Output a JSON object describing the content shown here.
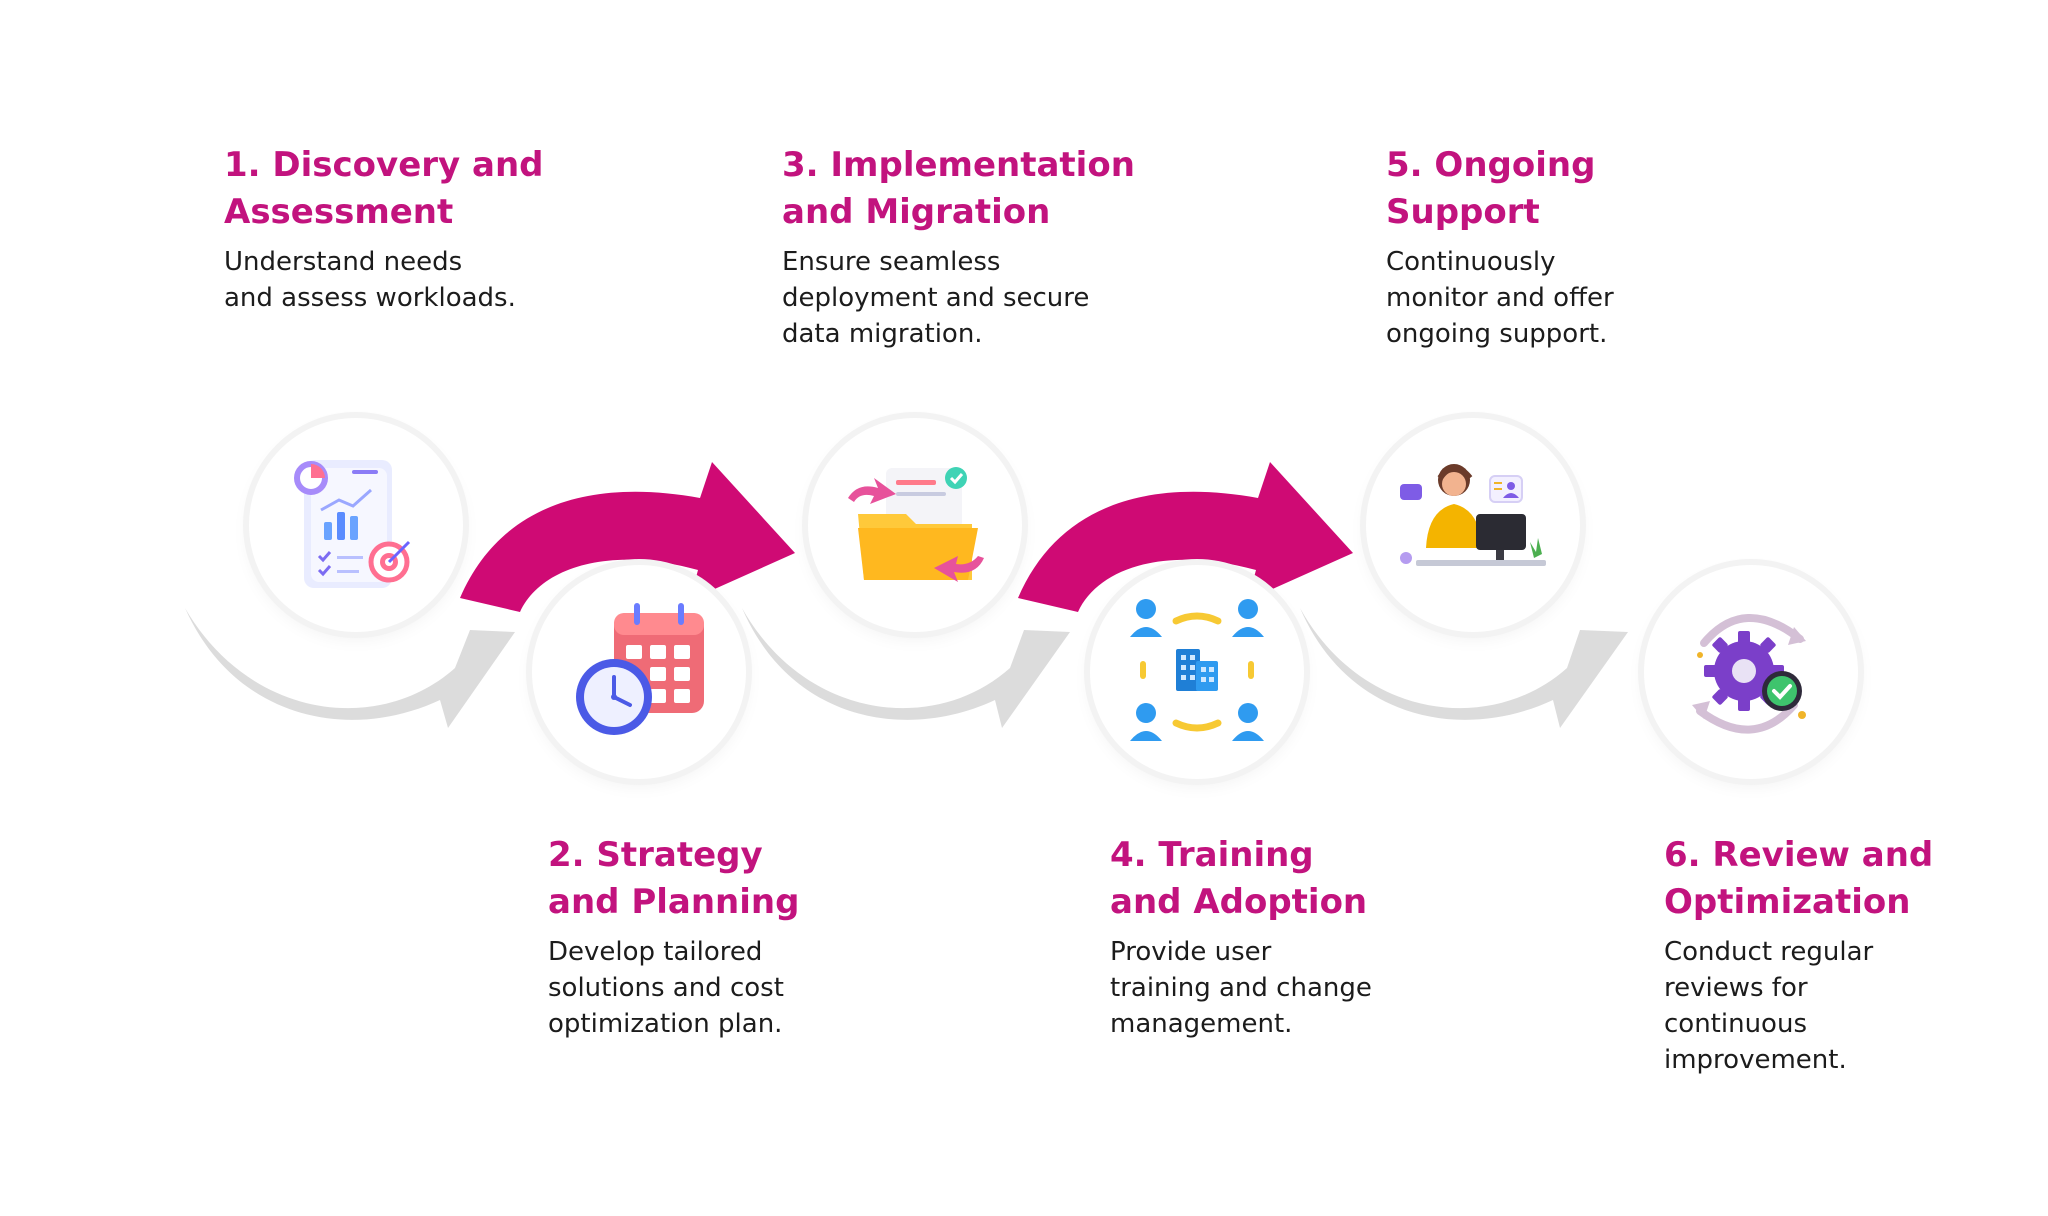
{
  "colors": {
    "accent": "#c2137e",
    "arrow_magenta": "#cf0a74",
    "arrow_gray": "#dcdcdc",
    "text": "#1c1c1c"
  },
  "steps": [
    {
      "title": "1. Discovery and\nAssessment",
      "description": "Understand needs\nand assess workloads.",
      "icon": "report-chart-target-icon"
    },
    {
      "title": "2. Strategy\nand Planning",
      "description": "Develop tailored\nsolutions and cost\noptimization plan.",
      "icon": "calendar-clock-icon"
    },
    {
      "title": "3. Implementation\nand Migration",
      "description": "Ensure seamless\ndeployment and secure\ndata migration.",
      "icon": "folder-transfer-icon"
    },
    {
      "title": "4. Training\nand Adoption",
      "description": "Provide user\ntraining and change\nmanagement.",
      "icon": "team-building-icon"
    },
    {
      "title": "5. Ongoing\nSupport",
      "description": "Continuously\nmonitor and offer\nongoing support.",
      "icon": "support-agent-icon"
    },
    {
      "title": "6. Review and\nOptimization",
      "description": "Conduct regular\nreviews for\ncontinuous\nimprovement.",
      "icon": "gear-cycle-check-icon"
    }
  ]
}
